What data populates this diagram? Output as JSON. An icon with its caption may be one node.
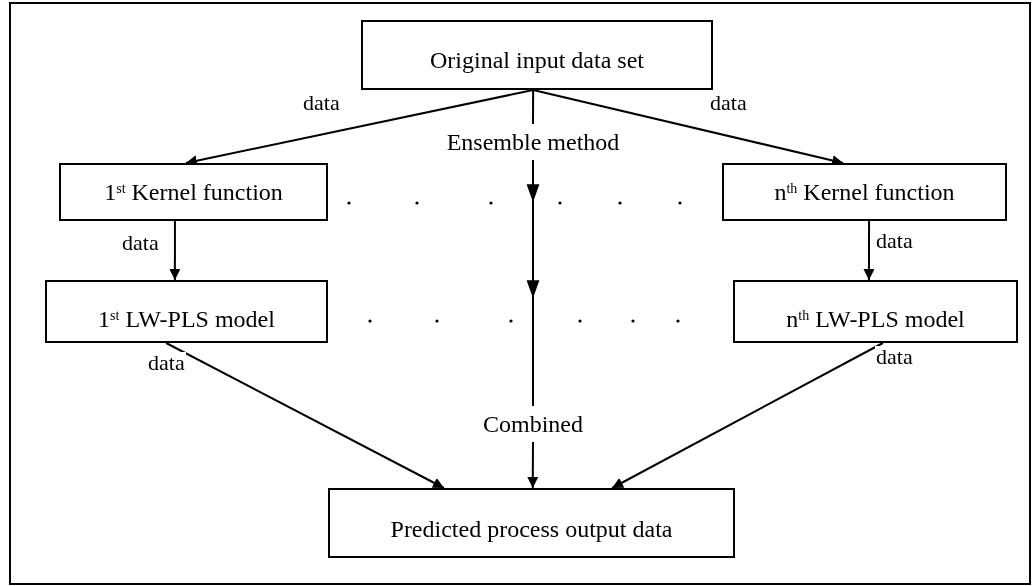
{
  "diagram": {
    "nodes": [
      {
        "text": [
          "Original input data set"
        ]
      },
      {
        "text": [
          "1$^{st}$ Kernel function"
        ]
      },
      {
        "text": [
          "n$^{th}$ Kernel function"
        ]
      },
      {
        "text": [
          "1$^{st}$ LW-PLS model"
        ]
      },
      {
        "text": [
          "n$^{th}$ LW-PLS model"
        ]
      },
      {
        "text": [
          "Predicted process output data"
        ]
      },
      {
        "text": [
          "Ensemble method"
        ]
      },
      {
        "text": [
          "Combined"
        ]
      }
    ],
    "edges": [
      {
        "from": 0,
        "to": 1,
        "arrow": "to",
        "label": "data"
      },
      {
        "from": 0,
        "to": 2,
        "arrow": "to",
        "label": "data"
      },
      {
        "from": 1,
        "to": 3,
        "arrow": "to",
        "label": "data"
      },
      {
        "from": 2,
        "to": 4,
        "arrow": "to",
        "label": "data"
      },
      {
        "from": 3,
        "to": 5,
        "arrow": "to",
        "label": "data"
      },
      {
        "from": 4,
        "to": 5,
        "arrow": "to",
        "label": "data"
      },
      {
        "from": 0,
        "to": 6,
        "arrow": "none"
      },
      {
        "from": 6,
        "to": 7,
        "arrow": "to"
      },
      {
        "from": 7,
        "to": 5,
        "arrow": "to"
      }
    ]
  }
}
